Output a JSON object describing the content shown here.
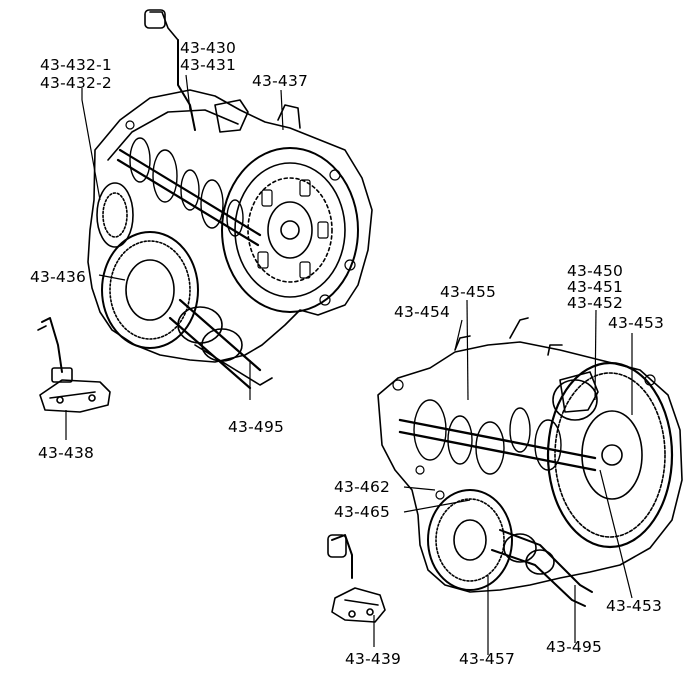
{
  "diagram": {
    "labels": {
      "l_432_1": "43-432-1",
      "l_432_2": "43-432-2",
      "l_430": "43-430",
      "l_431": "43-431",
      "l_437": "43-437",
      "l_436": "43-436",
      "l_495a": "43-495",
      "l_438": "43-438",
      "l_455": "43-455",
      "l_454": "43-454",
      "l_450": "43-450",
      "l_451": "43-451",
      "l_452": "43-452",
      "l_453a": "43-453",
      "l_462": "43-462",
      "l_465": "43-465",
      "l_453b": "43-453",
      "l_439": "43-439",
      "l_457": "43-457",
      "l_495b": "43-495"
    }
  }
}
